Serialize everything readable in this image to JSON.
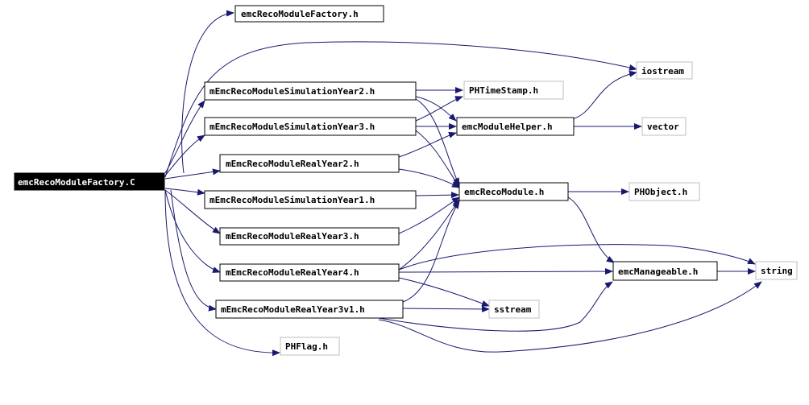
{
  "graph": {
    "nodes": {
      "root": "emcRecoModuleFactory.C",
      "factory_h": "emcRecoModuleFactory.h",
      "iostream": "iostream",
      "sim2": "mEmcRecoModuleSimulationYear2.h",
      "phtimestamp": "PHTimeStamp.h",
      "sim3": "mEmcRecoModuleSimulationYear3.h",
      "helper": "emcModuleHelper.h",
      "vector": "vector",
      "real2": "mEmcRecoModuleRealYear2.h",
      "sim1": "mEmcRecoModuleSimulationYear1.h",
      "recomodule": "emcRecoModule.h",
      "phobject": "PHObject.h",
      "real3": "mEmcRecoModuleRealYear3.h",
      "real4": "mEmcRecoModuleRealYear4.h",
      "manageable": "emcManageable.h",
      "string": "string",
      "real3v1": "mEmcRecoModuleRealYear3v1.h",
      "sstream": "sstream",
      "phflag": "PHFlag.h"
    },
    "colors": {
      "edge": "#191970",
      "root_fill": "#000000",
      "root_text": "#ffffff",
      "documented_border": "#000000",
      "external_border": "#bfbfbf"
    }
  }
}
